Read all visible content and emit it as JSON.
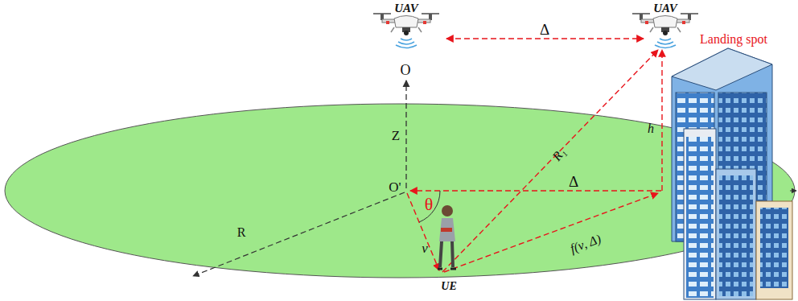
{
  "diagram": {
    "labels": [
      "UAV",
      "UAV",
      "Landing spot",
      "Δ",
      "O",
      "Z",
      "O'",
      "h",
      "R₁",
      "R",
      "θ",
      "Δ",
      "ν",
      "f(ν, Δ)",
      "UE"
    ]
  }
}
